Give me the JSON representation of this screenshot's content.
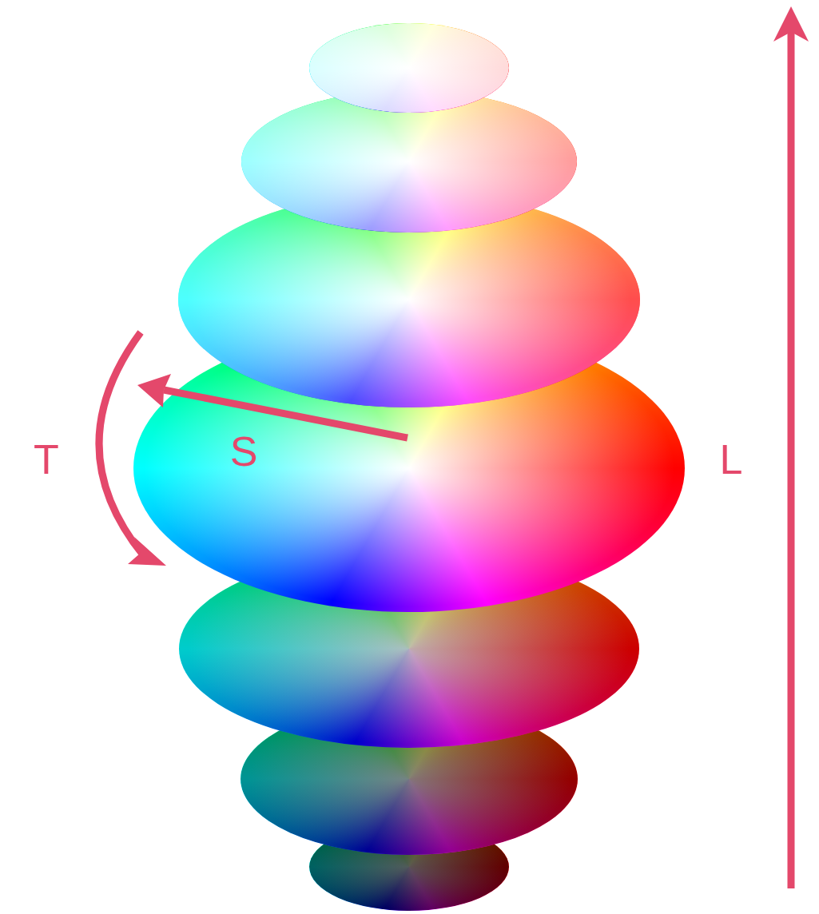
{
  "diagram": {
    "labels": [
      "T",
      "S",
      "L"
    ]
  }
}
